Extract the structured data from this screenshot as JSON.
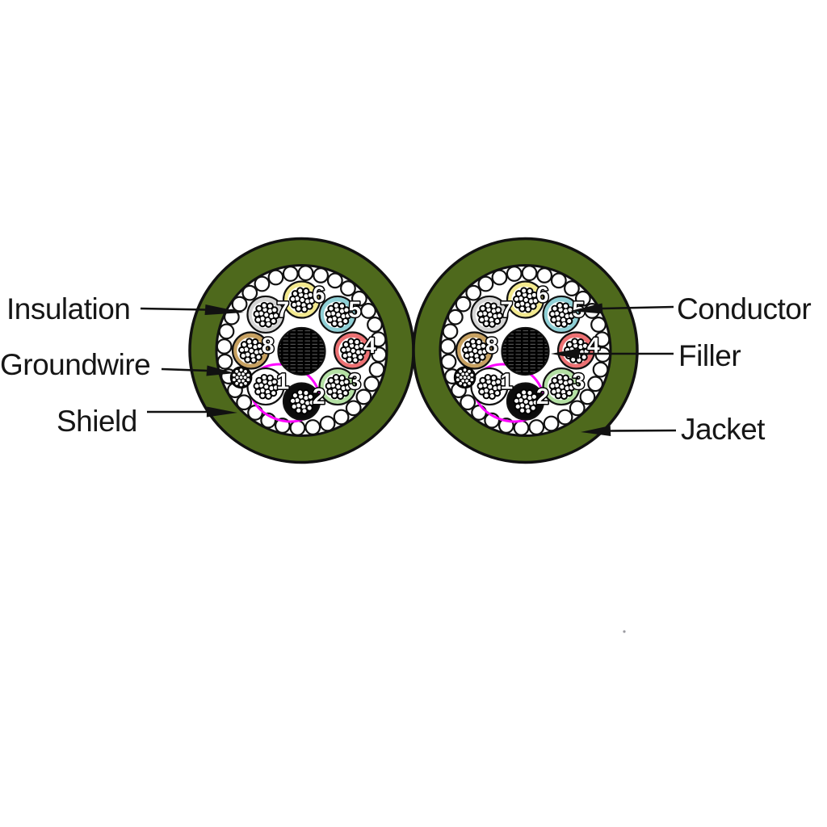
{
  "figure": {
    "description": "Cross-section diagram of a duplex shielded multi-conductor cable",
    "cable_count": 2
  },
  "callouts": {
    "insulation": {
      "text": "Insulation"
    },
    "groundwire": {
      "text": "Groundwire"
    },
    "shield": {
      "text": "Shield"
    },
    "conductor": {
      "text": "Conductor"
    },
    "filler": {
      "text": "Filler"
    },
    "jacket": {
      "text": "Jacket"
    }
  },
  "cable": {
    "colors": {
      "jacket": "#4e691c",
      "outline": "#111111",
      "shield_beads": "#ffffff",
      "filler": "#000000",
      "groundwire": "#0b0b0b",
      "pair_marker": "#ff00ff",
      "strand_dot": "#ffffff",
      "conductor_number_fill": "#ffffff",
      "conductor_number_outline": "#000000"
    },
    "shield_bead_count": 32,
    "conductors": [
      {
        "number": "6",
        "color_name": "yellow",
        "hex": "#f3e98f",
        "angle_deg": -90
      },
      {
        "number": "5",
        "color_name": "cyan",
        "hex": "#8fd0d6",
        "angle_deg": -45
      },
      {
        "number": "4",
        "color_name": "red",
        "hex": "#ec7173",
        "angle_deg": 0
      },
      {
        "number": "3",
        "color_name": "light-green",
        "hex": "#b4e0a4",
        "angle_deg": 45
      },
      {
        "number": "2",
        "color_name": "black",
        "hex": "#0b0b0b",
        "angle_deg": 90
      },
      {
        "number": "1",
        "color_name": "white",
        "hex": "#ffffff",
        "angle_deg": 135
      },
      {
        "number": "8",
        "color_name": "tan",
        "hex": "#c7a161",
        "angle_deg": 180
      },
      {
        "number": "7",
        "color_name": "gray",
        "hex": "#d6d6d6",
        "angle_deg": -135
      }
    ],
    "groundwire_pos": {
      "angle_deg": 156,
      "dist": 82
    },
    "pair_marker_circles_conductors": [
      "1",
      "2"
    ]
  }
}
